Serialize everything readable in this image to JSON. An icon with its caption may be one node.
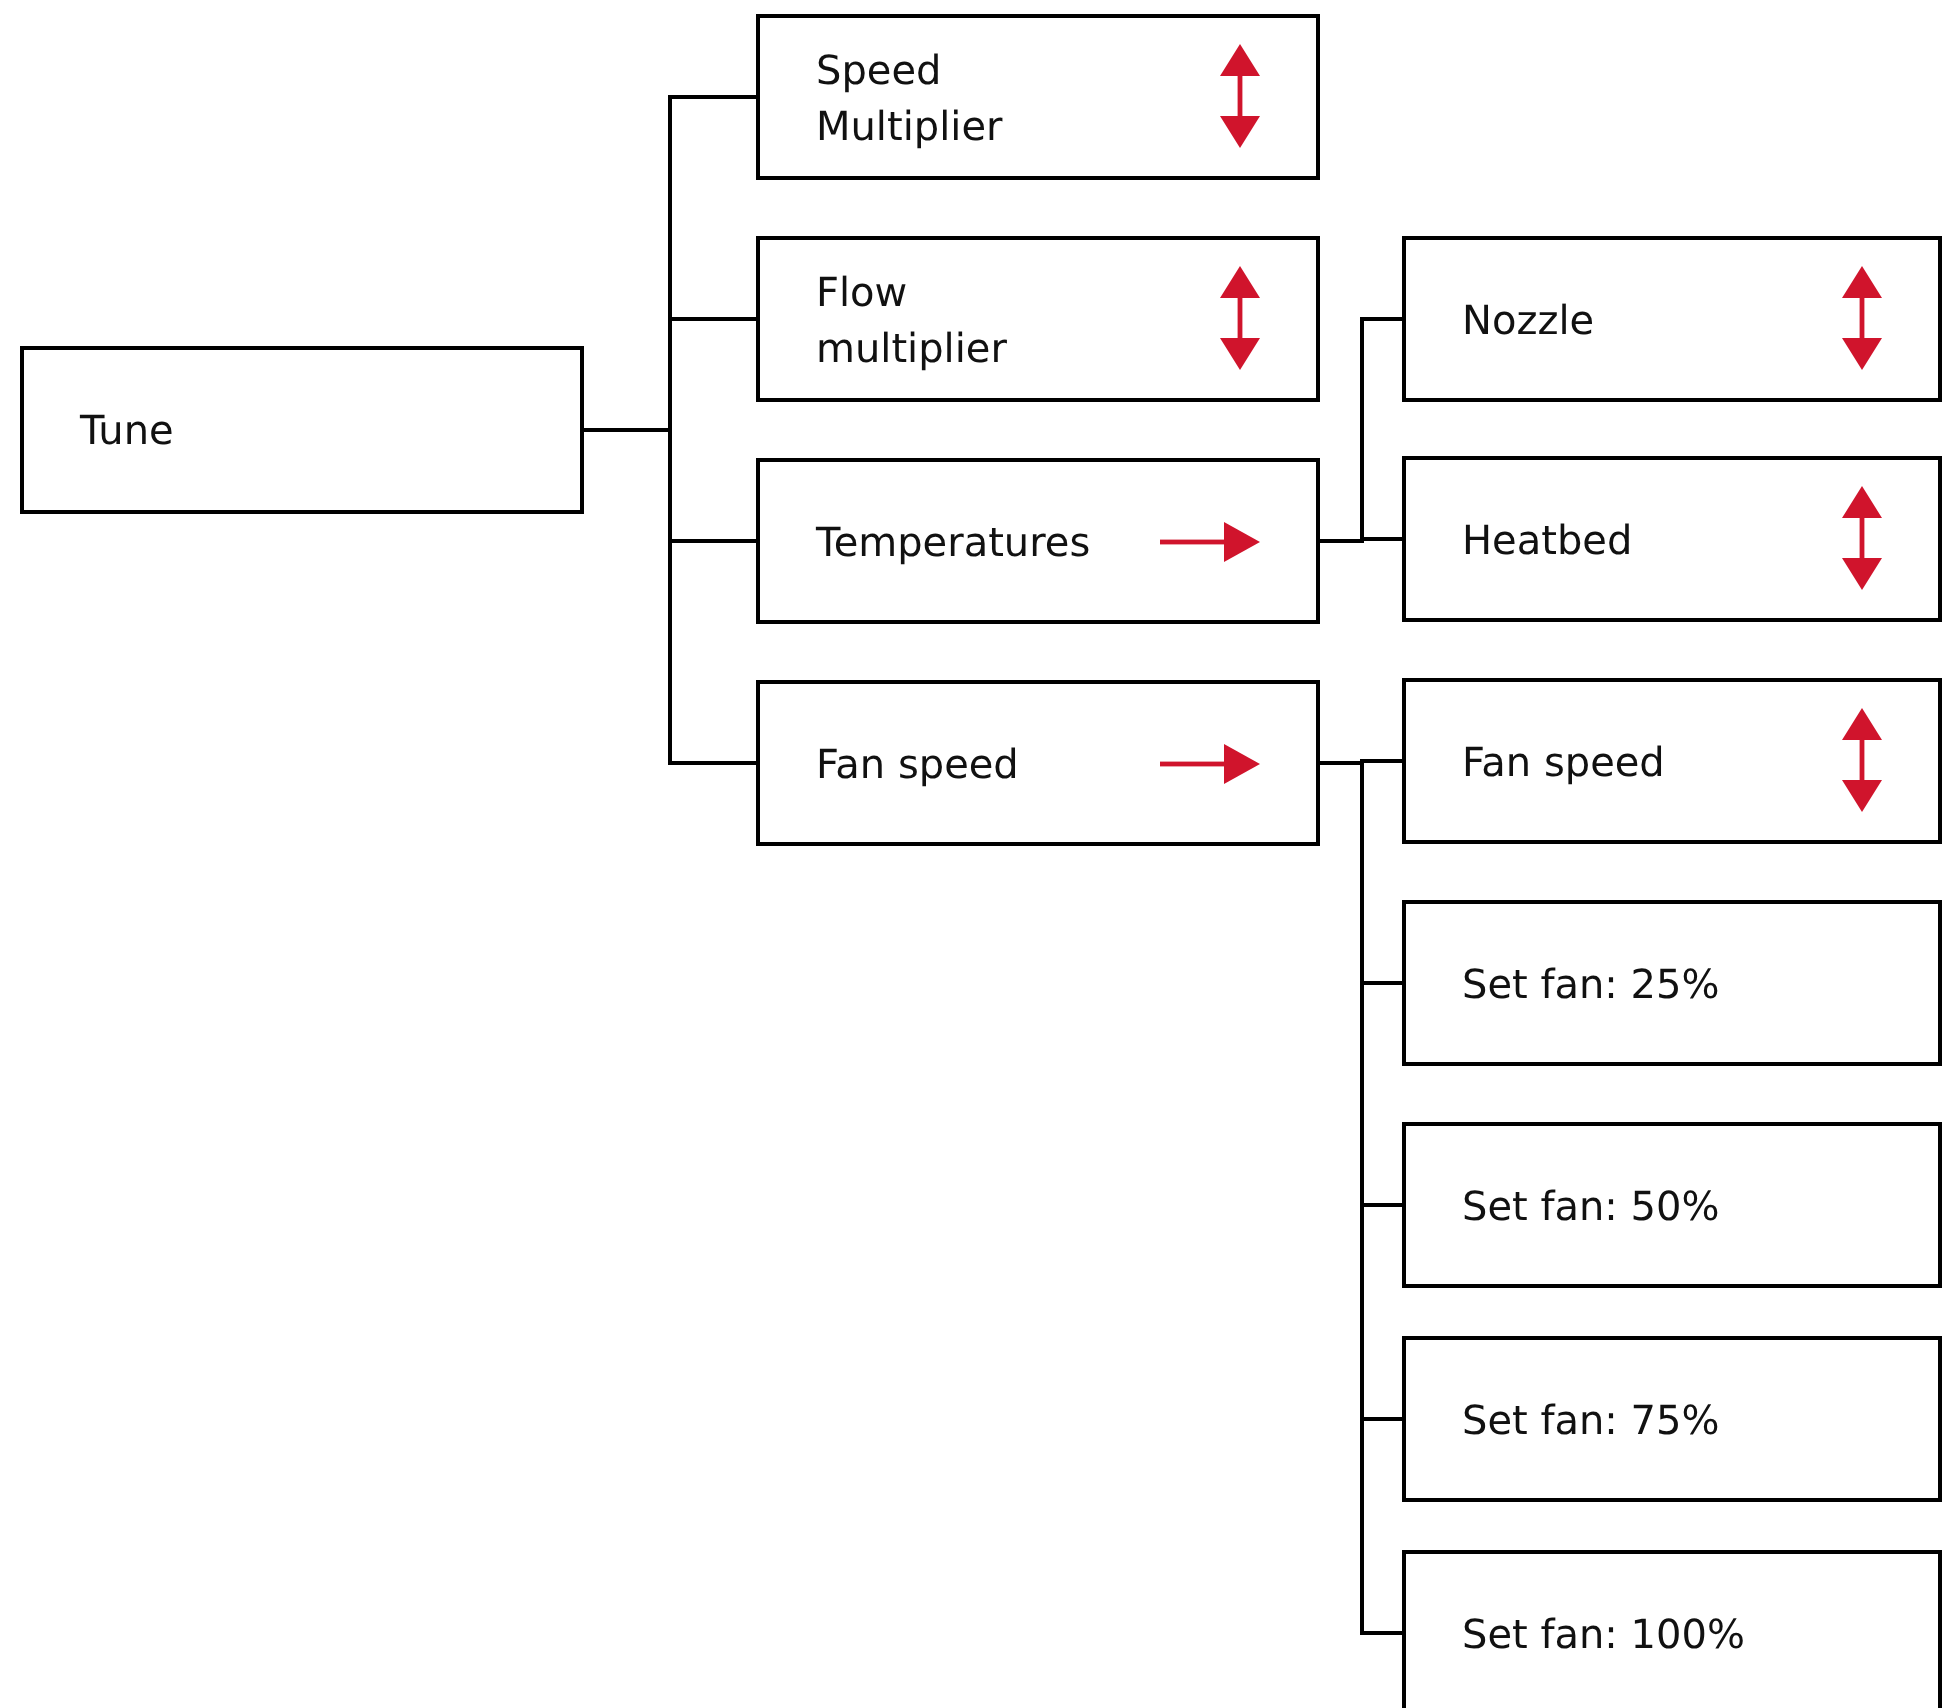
{
  "diagram": {
    "nodes": [
      {
        "text": [
          "Tune"
        ]
      },
      {
        "text": [
          "Speed Multiplier"
        ]
      },
      {
        "text": [
          "Flow multiplier"
        ]
      },
      {
        "text": [
          "Temperatures"
        ]
      },
      {
        "text": [
          "Fan speed"
        ]
      },
      {
        "text": [
          "Nozzle"
        ]
      },
      {
        "text": [
          "Heatbed"
        ]
      },
      {
        "text": [
          "Fan speed"
        ]
      },
      {
        "text": [
          "Set fan: 25%"
        ]
      },
      {
        "text": [
          "Set fan: 50%"
        ]
      },
      {
        "text": [
          "Set fan: 75%"
        ]
      },
      {
        "text": [
          "Set fan: 100%"
        ]
      }
    ],
    "edges": [
      {
        "from": 0,
        "to": 1,
        "arrow": "none"
      },
      {
        "from": 0,
        "to": 2,
        "arrow": "none"
      },
      {
        "from": 0,
        "to": 3,
        "arrow": "none"
      },
      {
        "from": 0,
        "to": 4,
        "arrow": "none"
      },
      {
        "from": 3,
        "to": 5,
        "arrow": "none"
      },
      {
        "from": 3,
        "to": 6,
        "arrow": "none"
      },
      {
        "from": 4,
        "to": 7,
        "arrow": "none"
      },
      {
        "from": 4,
        "to": 8,
        "arrow": "none"
      },
      {
        "from": 4,
        "to": 9,
        "arrow": "none"
      },
      {
        "from": 4,
        "to": 10,
        "arrow": "none"
      },
      {
        "from": 4,
        "to": 11,
        "arrow": "none"
      }
    ]
  }
}
